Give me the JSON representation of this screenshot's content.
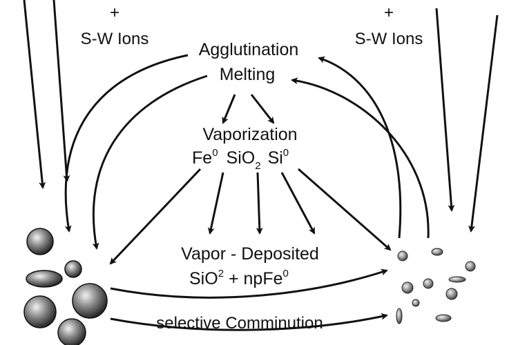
{
  "left_plus": "+",
  "left_ions": "S-W Ions",
  "right_plus": "+",
  "right_ions": "S-W Ions",
  "agglutination": "Agglutination",
  "melting": "Melting",
  "vaporization": "Vaporization",
  "species": {
    "fe": "Fe",
    "fe_sup": "0",
    "sio": "SiO",
    "sio_sub": "2",
    "si": "Si",
    "si_sup": "0"
  },
  "deposit": {
    "line1": "Vapor - Deposited",
    "sio": "SiO",
    "sio_sup": "2",
    "np": " + npFe",
    "np_sup": "0"
  },
  "comminution": "selective Comminution"
}
